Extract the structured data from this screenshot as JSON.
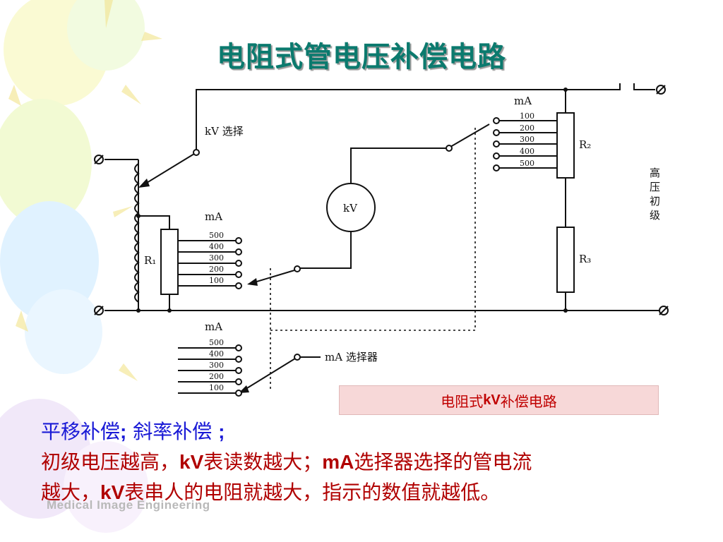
{
  "slide": {
    "title": "电阻式管电压补偿电路",
    "caption_prefix": "电阻式",
    "caption_kv": "kV",
    "caption_suffix": "补偿电路",
    "line1": {
      "a": "平移补偿",
      "sep1": ";",
      "b": " 斜率补偿 ",
      "sep2": ";"
    },
    "line2": {
      "a": "初级电压越高，",
      "kv": "kV",
      "b": "表读数越大；",
      "ma": "mA",
      "c": "选择器选择的管电流"
    },
    "line3": {
      "a": "越大，",
      "kv": "kV",
      "b": "表串人的电阻就越大，指示的数值就越低。"
    },
    "footer": "Medical Image  Engineering"
  },
  "diagram": {
    "kv_select_label": "kV 选择",
    "kv_meter_label": "kV",
    "ma_unit": "mA",
    "r1_label": "R₁",
    "r2_label": "R₂",
    "r3_label": "R₃",
    "r1_taps": [
      "500",
      "400",
      "300",
      "200",
      "100"
    ],
    "r2_taps": [
      "100",
      "200",
      "300",
      "400",
      "500"
    ],
    "selector_taps": [
      "500",
      "400",
      "300",
      "200",
      "100"
    ],
    "ma_selector_label": "mA  选择器",
    "hv_primary": [
      "高",
      "压",
      "初",
      "级"
    ]
  },
  "colors": {
    "title": "#0b7a6e",
    "caption_bg": "#f7d8d8",
    "caption_text": "#c00000",
    "line1_text": "#1a1ad6",
    "line2_text": "#b00000",
    "footer": "#b9b9b9"
  }
}
